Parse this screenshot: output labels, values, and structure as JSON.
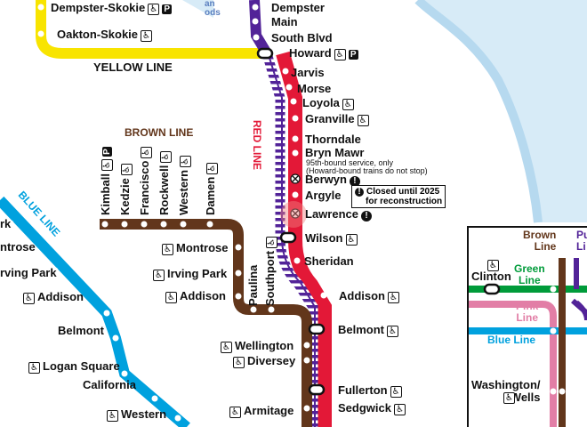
{
  "lines": {
    "yellow": {
      "name": "YELLOW LINE",
      "color": "#f8e400"
    },
    "brown": {
      "name": "BROWN LINE",
      "color": "#62361b"
    },
    "red": {
      "name": "RED LINE",
      "color": "#e31837"
    },
    "blue": {
      "name": "BLUE LINE",
      "color": "#00a1de"
    },
    "purple": {
      "color": "#522398"
    },
    "green": {
      "color": "#009b3a"
    },
    "pink": {
      "color": "#e27ea6"
    }
  },
  "water_fragment": "an\nods",
  "yellow_stations": {
    "dempster_skokie": "Dempster-Skokie",
    "oakton_skokie": "Oakton-Skokie"
  },
  "purple_stations": {
    "dempster": "Dempster",
    "main": "Main",
    "south_blvd": "South Blvd"
  },
  "red_stations": {
    "howard": "Howard",
    "jarvis": "Jarvis",
    "morse": "Morse",
    "loyola": "Loyola",
    "granville": "Granville",
    "thorndale": "Thorndale",
    "bryn_mawr": "Bryn Mawr",
    "bryn_mawr_note1": "95th-bound service, only",
    "bryn_mawr_note2": "(Howard-bound trains do not stop)",
    "berwyn": "Berwyn",
    "argyle": "Argyle",
    "lawrence": "Lawrence",
    "closed_note1": "Closed until 2025",
    "closed_note2": "for reconstruction",
    "wilson": "Wilson",
    "sheridan": "Sheridan",
    "addison": "Addison",
    "belmont": "Belmont",
    "fullerton": "Fullerton"
  },
  "brown_stations": {
    "kimball": "Kimball",
    "kedzie": "Kedzie",
    "francisco": "Francisco",
    "rockwell": "Rockwell",
    "western": "Western",
    "damen": "Damen",
    "montrose": "Montrose",
    "irving_park": "Irving Park",
    "addison": "Addison",
    "paulina": "Paulina",
    "southport": "Southport",
    "wellington": "Wellington",
    "diversey": "Diversey",
    "sedgwick": "Sedgwick",
    "armitage": "Armitage"
  },
  "blue_stations": {
    "park": "rk",
    "montrose": "ntrose",
    "irving_park": "rving Park",
    "addison": "Addison",
    "belmont": "Belmont",
    "logan_square": "Logan Square",
    "california": "California",
    "western": "Western"
  },
  "inset": {
    "brown_line": "Brown\nLine",
    "purple_line": "Pu\nLi",
    "green_line": "Green\nLine",
    "pink_line": "Pink\nLine",
    "blue_line": "Blue Line",
    "clinton": "Clinton",
    "washington_wells": "Washington/\nWells"
  }
}
